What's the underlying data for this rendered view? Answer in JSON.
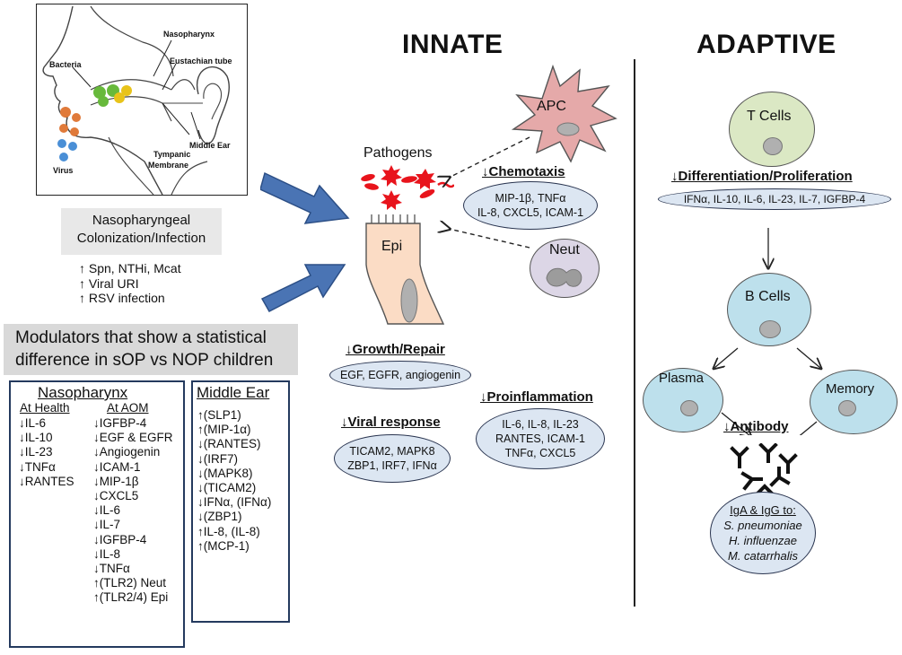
{
  "innate": {
    "heading": "INNATE"
  },
  "adaptive": {
    "heading": "ADAPTIVE"
  },
  "anatomy": {
    "labels": {
      "nasopharynx": "Nasopharynx",
      "eustachian": "Eustachian tube",
      "bacteria": "Bacteria",
      "middle_ear": "Middle Ear",
      "tympanic_1": "Tympanic",
      "tympanic_2": "Membrane",
      "virus": "Virus"
    }
  },
  "colonization": {
    "title_1": "Nasopharyngeal",
    "title_2": "Colonization/Infection",
    "items": [
      "↑ Spn, NTHi, Mcat",
      "↑ Viral URI",
      "↑ RSV infection"
    ]
  },
  "modulators": {
    "title_1": "Modulators that show a statistical",
    "title_2": "difference in sOP vs NOP children"
  },
  "nasopharynx_box": {
    "title": "Nasopharynx",
    "at_health": {
      "header": "At Health",
      "items": [
        "↓IL-6",
        "↓IL-10",
        "↓IL-23",
        "↓TNFα",
        "↓RANTES"
      ]
    },
    "at_aom": {
      "header": "At AOM",
      "items": [
        "↓IGFBP-4",
        "↓EGF & EGFR",
        "↓Angiogenin",
        "↓ICAM-1",
        "↓MIP-1β",
        "↓CXCL5",
        "↓IL-6",
        "↓IL-7",
        "↓IGFBP-4",
        "↓IL-8",
        "↓TNFα",
        "↑(TLR2) Neut",
        "↑(TLR2/4) Epi"
      ]
    }
  },
  "middle_ear_box": {
    "title": "Middle Ear",
    "items": [
      "↑(SLP1)",
      "↑(MIP-1α)",
      "↓(RANTES)",
      "↓(IRF7)",
      "↓(MAPK8)",
      "↓(TICAM2)",
      "↓IFNα, (IFNα)",
      "↓(ZBP1)",
      "↑IL-8, (IL-8)",
      "↑(MCP-1)"
    ]
  },
  "innate_panel": {
    "pathogens": "Pathogens",
    "apc": "APC",
    "epi": "Epi",
    "neut": "Neut",
    "chemotaxis": {
      "arrow": "↓",
      "label": "Chemotaxis",
      "lines": [
        "MIP-1β, TNFα",
        "IL-8, CXCL5, ICAM-1"
      ]
    },
    "growth": {
      "arrow": "↓",
      "label": "Growth/Repair",
      "lines": [
        "EGF, EGFR, angiogenin"
      ]
    },
    "proinflammation": {
      "arrow": "↓",
      "label": "Proinflammation",
      "lines": [
        "IL-6, IL-8, IL-23",
        "RANTES, ICAM-1",
        "TNFα, CXCL5"
      ]
    },
    "viral": {
      "arrow": "↓",
      "label": "Viral response",
      "lines": [
        "TICAM2, MAPK8",
        "ZBP1, IRF7, IFNα"
      ]
    }
  },
  "adaptive_panel": {
    "t_cells": "T Cells",
    "differentiation": {
      "arrow": "↓",
      "label": "Differentiation/Proliferation",
      "line": "IFNα, IL-10, IL-6, IL-23, IL-7, IGFBP-4"
    },
    "b_cells": "B Cells",
    "plasma": "Plasma",
    "memory": "Memory",
    "antibody": {
      "arrow": "↓",
      "label": "Antibody"
    },
    "targets": {
      "header": "IgA & IgG to:",
      "items": [
        "S. pneumoniae",
        "H. influenzae",
        "M. catarrhalis"
      ]
    }
  },
  "colors": {
    "ellipse_fill": "#dce6f2",
    "big_arrow": "#4a74b4",
    "apc": "#e5a9a9",
    "t_cell": "#dbe8c4",
    "b_cell": "#bde0ec",
    "neut": "#dcd6e6",
    "epi": "#fbdcc5",
    "pathogen": "#e8141c",
    "modulator_bg": "#d9d9d9",
    "box_border": "#243a5e"
  }
}
